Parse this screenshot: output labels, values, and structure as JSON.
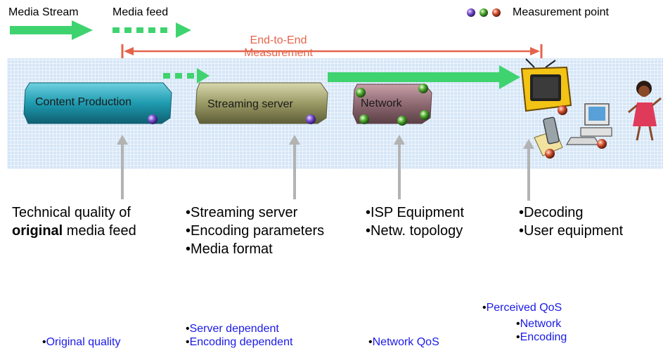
{
  "legend": {
    "media_stream": "Media Stream",
    "media_feed": "Media feed",
    "measurement_point": "Measurement point"
  },
  "end_to_end": "End-to-End\nMeasurement",
  "stages": {
    "content_production": "Content Production",
    "streaming_server": "Streaming server",
    "network": "Network"
  },
  "factors": {
    "content": {
      "line1": "Technical quality of",
      "bold": "original",
      "line2_rest": " media feed"
    },
    "server": [
      "Streaming server",
      "Encoding parameters",
      "Media format"
    ],
    "network": [
      "ISP Equipment",
      "Netw. topology"
    ],
    "user": [
      "Decoding",
      "User equipment"
    ]
  },
  "measures": {
    "original": "Original quality",
    "server": [
      "Server dependent",
      "Encoding dependent"
    ],
    "network": "Network QoS",
    "perceived": "Perceived QoS",
    "perceived_sub": [
      "Network",
      "Encoding"
    ]
  },
  "bullet": "•",
  "colors": {
    "arrow_green": "#3fd36f",
    "e2e_orange": "#e4644a",
    "blue_text": "#1a1ae6",
    "teal_box": "#1f9bb0",
    "grey_arrow": "#b3b3b3"
  }
}
